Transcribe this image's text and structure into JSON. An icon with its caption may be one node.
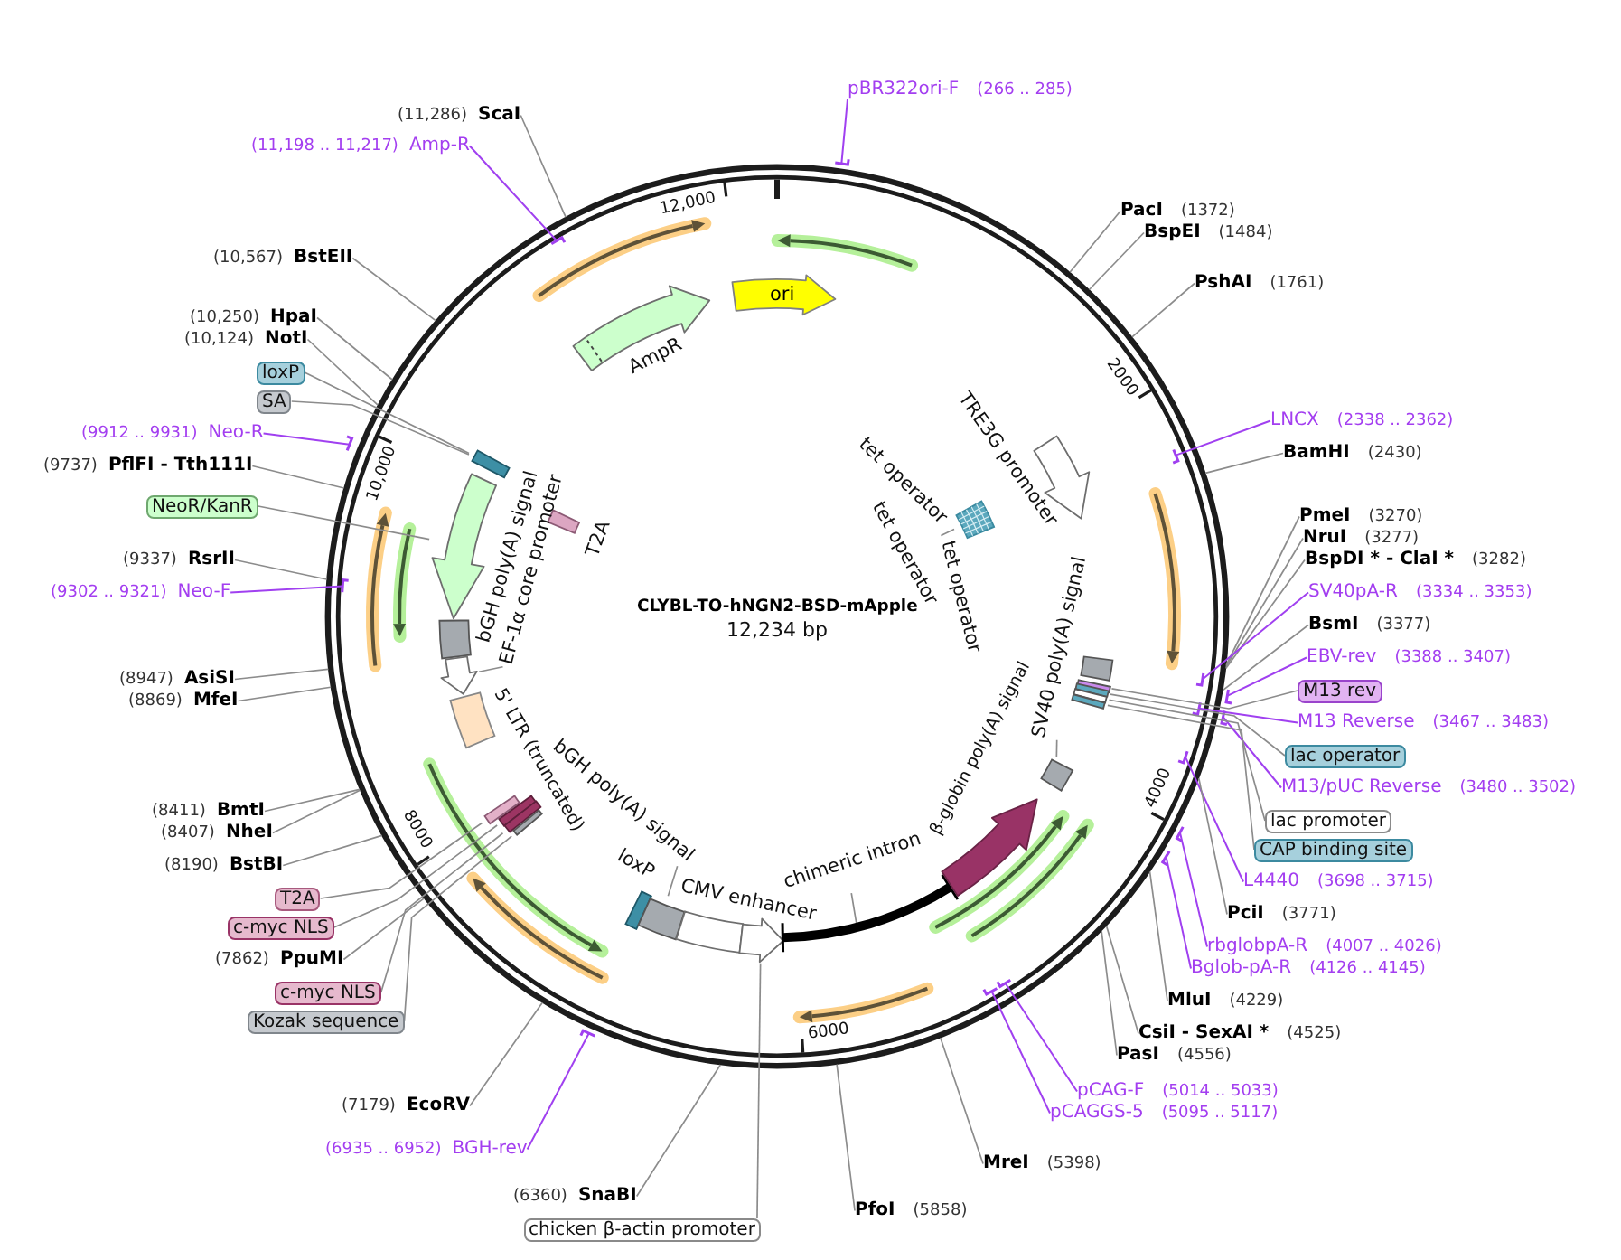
{
  "diagram": {
    "title": "CLYBL-TO-hNGN2-BSD-mApple",
    "nodes": [
      {
        "text": [
          "pBR322ori-F",
          "(266 .. 285)"
        ]
      },
      {
        "text": [
          "(11,286)",
          "ScaI"
        ]
      },
      {
        "text": [
          "(11,198 .. 11,217)",
          "Amp-R"
        ]
      },
      {
        "text": [
          "(10,567)",
          "BstEII"
        ]
      },
      {
        "text": [
          "(10,250)",
          "HpaI"
        ]
      },
      {
        "text": [
          "(10,124)",
          "NotI"
        ]
      },
      {
        "text": [
          "loxP"
        ]
      },
      {
        "text": [
          "SA"
        ]
      },
      {
        "text": [
          "(9912 .. 9931)",
          "Neo-R"
        ]
      },
      {
        "text": [
          "(9737)",
          "PflFI - Tth111I"
        ]
      },
      {
        "text": [
          "NeoR/KanR"
        ]
      },
      {
        "text": [
          "(9337)",
          "RsrII"
        ]
      },
      {
        "text": [
          "(9302 .. 9321)",
          "Neo-F"
        ]
      },
      {
        "text": [
          "(8947)",
          "AsiSI"
        ]
      },
      {
        "text": [
          "(8869)",
          "MfeI"
        ]
      },
      {
        "text": [
          "(8411)",
          "BmtI"
        ]
      },
      {
        "text": [
          "(8407)",
          "NheI"
        ]
      },
      {
        "text": [
          "(8190)",
          "BstBI"
        ]
      },
      {
        "text": [
          "T2A"
        ]
      },
      {
        "text": [
          "c-myc NLS"
        ]
      },
      {
        "text": [
          "(7862)",
          "PpuMI"
        ]
      },
      {
        "text": [
          "c-myc NLS"
        ]
      },
      {
        "text": [
          "Kozak sequence"
        ]
      },
      {
        "text": [
          "(7179)",
          "EcoRV"
        ]
      },
      {
        "text": [
          "(6935 .. 6952)",
          "BGH-rev"
        ]
      },
      {
        "text": [
          "(6360)",
          "SnaBI"
        ]
      },
      {
        "text": [
          "chicken β-actin promoter"
        ]
      },
      {
        "text": [
          "PacI",
          "(1372)"
        ]
      },
      {
        "text": [
          "BspEI",
          "(1484)"
        ]
      },
      {
        "text": [
          "PshAI",
          "(1761)"
        ]
      },
      {
        "text": [
          "LNCX",
          "(2338 .. 2362)"
        ]
      },
      {
        "text": [
          "BamHI",
          "(2430)"
        ]
      },
      {
        "text": [
          "PmeI",
          "(3270)"
        ]
      },
      {
        "text": [
          "NruI",
          "(3277)"
        ]
      },
      {
        "text": [
          "BspDI * - ClaI *",
          "(3282)"
        ]
      },
      {
        "text": [
          "SV40pA-R",
          "(3334 .. 3353)"
        ]
      },
      {
        "text": [
          "BsmI",
          "(3377)"
        ]
      },
      {
        "text": [
          "EBV-rev",
          "(3388 .. 3407)"
        ]
      },
      {
        "text": [
          "M13 rev"
        ]
      },
      {
        "text": [
          "M13 Reverse",
          "(3467 .. 3483)"
        ]
      },
      {
        "text": [
          "lac operator"
        ]
      },
      {
        "text": [
          "M13/pUC Reverse",
          "(3480 .. 3502)"
        ]
      },
      {
        "text": [
          "lac promoter"
        ]
      },
      {
        "text": [
          "CAP binding site"
        ]
      },
      {
        "text": [
          "L4440",
          "(3698 .. 3715)"
        ]
      },
      {
        "text": [
          "PciI",
          "(3771)"
        ]
      },
      {
        "text": [
          "rbglobpA-R",
          "(4007 .. 4026)"
        ]
      },
      {
        "text": [
          "Bglob-pA-R",
          "(4126 .. 4145)"
        ]
      },
      {
        "text": [
          "MluI",
          "(4229)"
        ]
      },
      {
        "text": [
          "CsiI - SexAI *",
          "(4525)"
        ]
      },
      {
        "text": [
          "PasI",
          "(4556)"
        ]
      },
      {
        "text": [
          "pCAG-F",
          "(5014 .. 5033)"
        ]
      },
      {
        "text": [
          "pCAGGS-5",
          "(5095 .. 5117)"
        ]
      },
      {
        "text": [
          "MreI",
          "(5398)"
        ]
      },
      {
        "text": [
          "PfoI",
          "(5858)"
        ]
      },
      {
        "text": [
          "ori"
        ]
      },
      {
        "text": [],
        "shape": "arrow"
      },
      {
        "text": [],
        "shape": "arrow"
      },
      {
        "text": [
          "tet operator"
        ]
      },
      {
        "text": [],
        "shape": "box"
      },
      {
        "text": [],
        "shape": "box"
      },
      {
        "text": [],
        "shape": "arrow"
      },
      {
        "text": [],
        "shape": "box"
      },
      {
        "text": [],
        "shape": "box"
      },
      {
        "text": [
          "EF-1α core promoter"
        ]
      },
      {
        "text": [],
        "shape": "arrow"
      },
      {
        "text": [],
        "shape": "box"
      },
      {
        "text": [],
        "shape": "box"
      },
      {
        "text": [],
        "shape": "box"
      },
      {
        "text": [],
        "shape": "box"
      },
      {
        "text": [],
        "shape": "box"
      },
      {
        "text": [],
        "shape": "box"
      },
      {
        "text": [
          "SV40 poly(A) signal"
        ]
      },
      {
        "text": [],
        "shape": "box"
      },
      {
        "text": [],
        "shape": "box"
      },
      {
        "text": [],
        "shape": "box"
      },
      {
        "text": [],
        "shape": "box"
      },
      {
        "text": [
          "bGH poly(A) signal"
        ]
      },
      {
        "text": [],
        "shape": "box"
      },
      {
        "text": [],
        "shape": "box"
      },
      {
        "text": [],
        "shape": "box"
      },
      {
        "text": [],
        "shape": "arrow"
      },
      {
        "text": [
          "chimeric intron"
        ]
      },
      {
        "text": [],
        "shape": "arc"
      },
      {
        "text": [],
        "shape": "arrow"
      },
      {
        "text": [],
        "shape": "box"
      }
    ],
    "edges": [
      {
        "from": 0,
        "to": null,
        "arrow": "none",
        "color": "#a040f0"
      },
      {
        "from": 1,
        "to": null,
        "arrow": "none"
      },
      {
        "from": 2,
        "to": null,
        "arrow": "none",
        "color": "#a040f0"
      },
      {
        "from": 3,
        "to": null,
        "arrow": "none"
      },
      {
        "from": 4,
        "to": null,
        "arrow": "none"
      },
      {
        "from": 5,
        "to": null,
        "arrow": "none"
      },
      {
        "from": 6,
        "to": 60,
        "arrow": "none"
      },
      {
        "from": 7,
        "to": 60,
        "arrow": "none"
      },
      {
        "from": 8,
        "to": null,
        "arrow": "none",
        "color": "#a040f0"
      },
      {
        "from": 9,
        "to": null,
        "arrow": "none"
      },
      {
        "from": 10,
        "to": 61,
        "arrow": "none"
      },
      {
        "from": 11,
        "to": null,
        "arrow": "none"
      },
      {
        "from": 12,
        "to": null,
        "arrow": "none",
        "color": "#a040f0"
      },
      {
        "from": 13,
        "to": null,
        "arrow": "none"
      },
      {
        "from": 14,
        "to": null,
        "arrow": "none"
      },
      {
        "from": 15,
        "to": null,
        "arrow": "none"
      },
      {
        "from": 16,
        "to": null,
        "arrow": "none"
      },
      {
        "from": 17,
        "to": null,
        "arrow": "none"
      },
      {
        "from": 18,
        "to": 74,
        "arrow": "none"
      },
      {
        "from": 19,
        "to": 75,
        "arrow": "none"
      },
      {
        "from": 20,
        "to": null,
        "arrow": "none"
      },
      {
        "from": 21,
        "to": 76,
        "arrow": "none"
      },
      {
        "from": 22,
        "to": 85,
        "arrow": "none"
      },
      {
        "from": 23,
        "to": null,
        "arrow": "none"
      },
      {
        "from": 24,
        "to": null,
        "arrow": "none",
        "color": "#a040f0"
      },
      {
        "from": 25,
        "to": null,
        "arrow": "none"
      },
      {
        "from": 26,
        "to": 81,
        "arrow": "none"
      },
      {
        "from": 27,
        "to": null,
        "arrow": "none"
      },
      {
        "from": 28,
        "to": null,
        "arrow": "none"
      },
      {
        "from": 29,
        "to": null,
        "arrow": "none"
      },
      {
        "from": 30,
        "to": null,
        "arrow": "none",
        "color": "#a040f0"
      },
      {
        "from": 31,
        "to": null,
        "arrow": "none"
      },
      {
        "from": 32,
        "to": null,
        "arrow": "none"
      },
      {
        "from": 33,
        "to": null,
        "arrow": "none"
      },
      {
        "from": 34,
        "to": null,
        "arrow": "none"
      },
      {
        "from": 35,
        "to": null,
        "arrow": "none",
        "color": "#a040f0"
      },
      {
        "from": 36,
        "to": null,
        "arrow": "none"
      },
      {
        "from": 37,
        "to": null,
        "arrow": "none",
        "color": "#a040f0"
      },
      {
        "from": 38,
        "to": 68,
        "arrow": "none"
      },
      {
        "from": 39,
        "to": null,
        "arrow": "none",
        "color": "#a040f0"
      },
      {
        "from": 40,
        "to": 69,
        "arrow": "none"
      },
      {
        "from": 41,
        "to": null,
        "arrow": "none",
        "color": "#a040f0"
      },
      {
        "from": 42,
        "to": 70,
        "arrow": "none"
      },
      {
        "from": 43,
        "to": 71,
        "arrow": "none"
      },
      {
        "from": 44,
        "to": null,
        "arrow": "none",
        "color": "#a040f0"
      },
      {
        "from": 45,
        "to": null,
        "arrow": "none"
      },
      {
        "from": 46,
        "to": null,
        "arrow": "none",
        "color": "#a040f0"
      },
      {
        "from": 47,
        "to": null,
        "arrow": "none",
        "color": "#a040f0"
      },
      {
        "from": 48,
        "to": null,
        "arrow": "none"
      },
      {
        "from": 49,
        "to": null,
        "arrow": "none"
      },
      {
        "from": 50,
        "to": null,
        "arrow": "none"
      },
      {
        "from": 51,
        "to": null,
        "arrow": "none",
        "color": "#a040f0"
      },
      {
        "from": 52,
        "to": null,
        "arrow": "none",
        "color": "#a040f0"
      },
      {
        "from": 53,
        "to": null,
        "arrow": "none"
      },
      {
        "from": 54,
        "to": null,
        "arrow": "none"
      },
      {
        "from": 58,
        "to": 59,
        "arrow": "none"
      },
      {
        "from": 64,
        "to": 65,
        "arrow": "none"
      },
      {
        "from": 72,
        "to": 73,
        "arrow": "none"
      },
      {
        "from": 77,
        "to": 79,
        "arrow": "none"
      },
      {
        "from": 82,
        "to": 83,
        "arrow": "none"
      }
    ],
    "labels": [
      "12,000",
      "AmpR",
      "2000",
      "TRE3G promoter",
      "10,000",
      "tet operator",
      "T2A",
      "bGH poly(A) signal",
      "tet operator",
      "12,234 bp",
      "β-globin poly(A) signal",
      "5' LTR (truncated)",
      "4000",
      "loxP",
      "8000",
      "CMV enhancer",
      "6000"
    ]
  }
}
